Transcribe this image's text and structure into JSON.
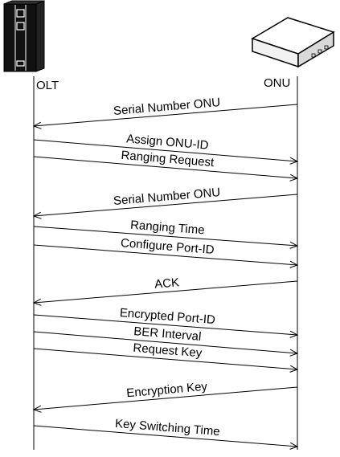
{
  "participants": {
    "left": {
      "label": "OLT",
      "icon": "olt-rack-icon"
    },
    "right": {
      "label": "ONU",
      "icon": "onu-device-icon"
    }
  },
  "messages": [
    {
      "label": "Serial Number ONU",
      "from": "ONU",
      "to": "OLT"
    },
    {
      "label": "Assign ONU-ID",
      "from": "OLT",
      "to": "ONU"
    },
    {
      "label": "Ranging Request",
      "from": "OLT",
      "to": "ONU"
    },
    {
      "label": "Serial Number ONU",
      "from": "ONU",
      "to": "OLT"
    },
    {
      "label": "Ranging Time",
      "from": "OLT",
      "to": "ONU"
    },
    {
      "label": "Configure Port-ID",
      "from": "OLT",
      "to": "ONU"
    },
    {
      "label": "ACK",
      "from": "ONU",
      "to": "OLT"
    },
    {
      "label": "Encrypted Port-ID",
      "from": "OLT",
      "to": "ONU"
    },
    {
      "label": "BER Interval",
      "from": "OLT",
      "to": "ONU"
    },
    {
      "label": "Request Key",
      "from": "OLT",
      "to": "ONU"
    },
    {
      "label": "Encryption Key",
      "from": "ONU",
      "to": "OLT"
    },
    {
      "label": "Key Switching Time",
      "from": "OLT",
      "to": "ONU"
    }
  ]
}
